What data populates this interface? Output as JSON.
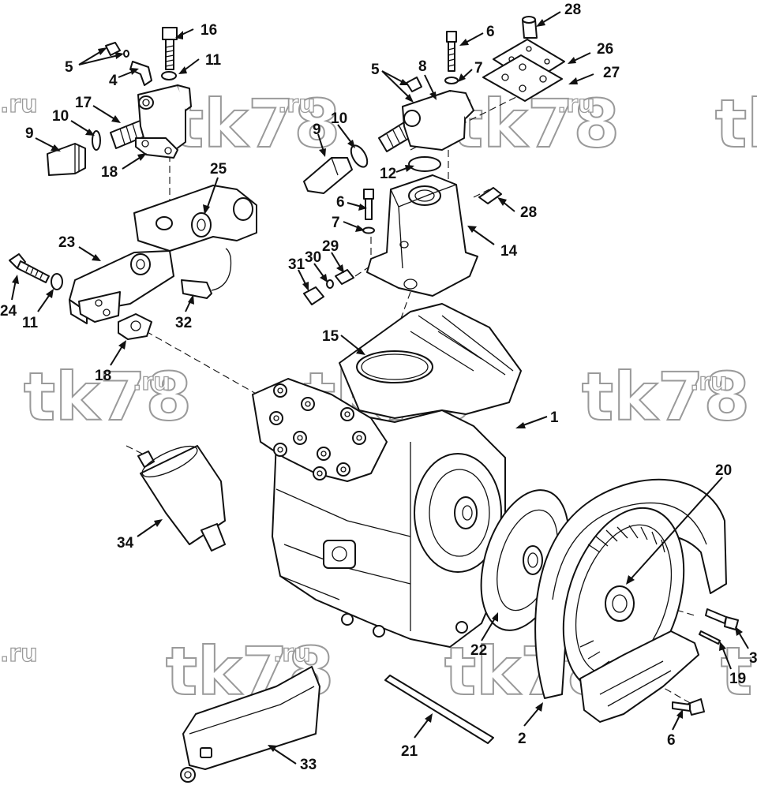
{
  "watermark": {
    "brand": "tk78",
    "suffix": ".ru",
    "fragment": ".ru",
    "fragment_t": "tk"
  },
  "callouts": {
    "c1": "1",
    "c2": "2",
    "c4": "4",
    "c5a": "5",
    "c5b": "5",
    "c6a": "6",
    "c6b": "6",
    "c6c": "6",
    "c7a": "7",
    "c7b": "7",
    "c8": "8",
    "c9a": "9",
    "c9b": "9",
    "c10a": "10",
    "c10b": "10",
    "c11a": "11",
    "c11b": "11",
    "c12": "12",
    "c14": "14",
    "c15": "15",
    "c16": "16",
    "c17": "17",
    "c18a": "18",
    "c18b": "18",
    "c19": "19",
    "c20": "20",
    "c21": "21",
    "c22": "22",
    "c23": "23",
    "c24": "24",
    "c25": "25",
    "c26": "26",
    "c27": "27",
    "c28a": "28",
    "c28b": "28",
    "c29": "29",
    "c30": "30",
    "c31": "31",
    "c32": "32",
    "c33": "33",
    "c34": "34",
    "c3": "3"
  }
}
